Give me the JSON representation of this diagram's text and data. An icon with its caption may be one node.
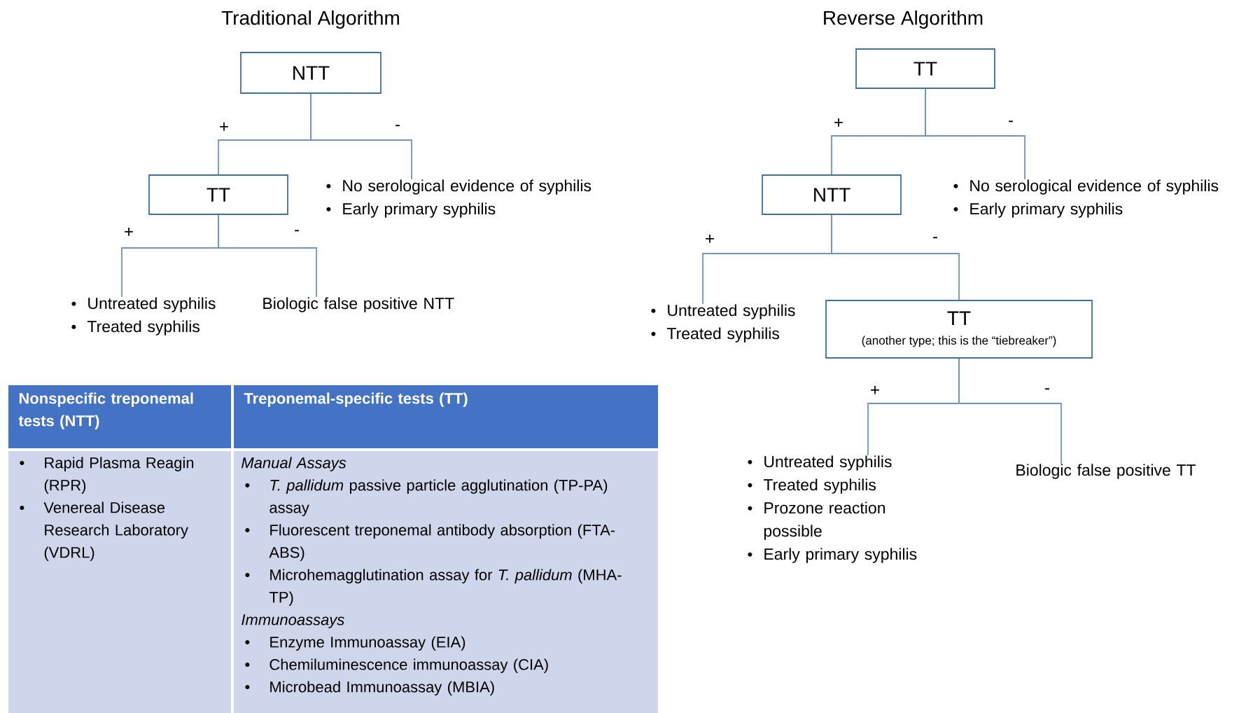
{
  "diagram": {
    "nodes": [
      {
        "text": [
          "NTT"
        ]
      },
      {
        "text": [
          "TT"
        ]
      },
      {
        "text": [
          "No serological evidence of syphilis",
          "Early primary syphilis"
        ]
      },
      {
        "text": [
          "Untreated syphilis",
          "Treated syphilis"
        ]
      },
      {
        "text": [
          "Biologic false positive NTT"
        ]
      },
      {
        "text": [
          "TT"
        ]
      },
      {
        "text": [
          "NTT"
        ]
      },
      {
        "text": [
          "No serological evidence of syphilis",
          "Early primary syphilis"
        ]
      },
      {
        "text": [
          "Untreated syphilis",
          "Treated syphilis"
        ]
      },
      {
        "text": [
          "TT",
          "(another type; this is the “tiebreaker”)"
        ]
      },
      {
        "text": [
          "Untreated syphilis",
          "Treated syphilis",
          "Prozone reaction possible",
          "Early primary syphilis"
        ]
      },
      {
        "text": [
          "Biologic false positive TT"
        ]
      }
    ],
    "edges": [
      {
        "from": 0,
        "to": 1,
        "arrow": "none",
        "label": "+"
      },
      {
        "from": 0,
        "to": 2,
        "arrow": "none",
        "label": "-"
      },
      {
        "from": 1,
        "to": 3,
        "arrow": "none",
        "label": "+"
      },
      {
        "from": 1,
        "to": 4,
        "arrow": "none",
        "label": "-"
      },
      {
        "from": 5,
        "to": 6,
        "arrow": "none",
        "label": "+"
      },
      {
        "from": 5,
        "to": 7,
        "arrow": "none",
        "label": "-"
      },
      {
        "from": 6,
        "to": 8,
        "arrow": "none",
        "label": "+"
      },
      {
        "from": 6,
        "to": 9,
        "arrow": "none",
        "label": "-"
      },
      {
        "from": 9,
        "to": 10,
        "arrow": "none",
        "label": "+"
      },
      {
        "from": 9,
        "to": 11,
        "arrow": "none",
        "label": "-"
      }
    ],
    "labels": [
      "Traditional Algorithm",
      "Reverse Algorithm",
      "Nonspecific treponemal tests (NTT)",
      "Treponemal-specific tests (TT)",
      "Rapid Plasma Reagin (RPR)",
      "Venereal Disease Research Laboratory (VDRL)",
      "Manual Assays",
      "*T. pallidum* passive particle agglutination (TP-PA) assay",
      "Fluorescent treponemal antibody absorption (FTA-ABS)",
      "Microhemagglutination assay for *T. pallidum* (MHA-TP)",
      "Immunoassays",
      "Enzyme Immunoassay (EIA)",
      "Chemiluminescence immunoassay (CIA)",
      "Microbead Immunoassay (MBIA)"
    ]
  }
}
